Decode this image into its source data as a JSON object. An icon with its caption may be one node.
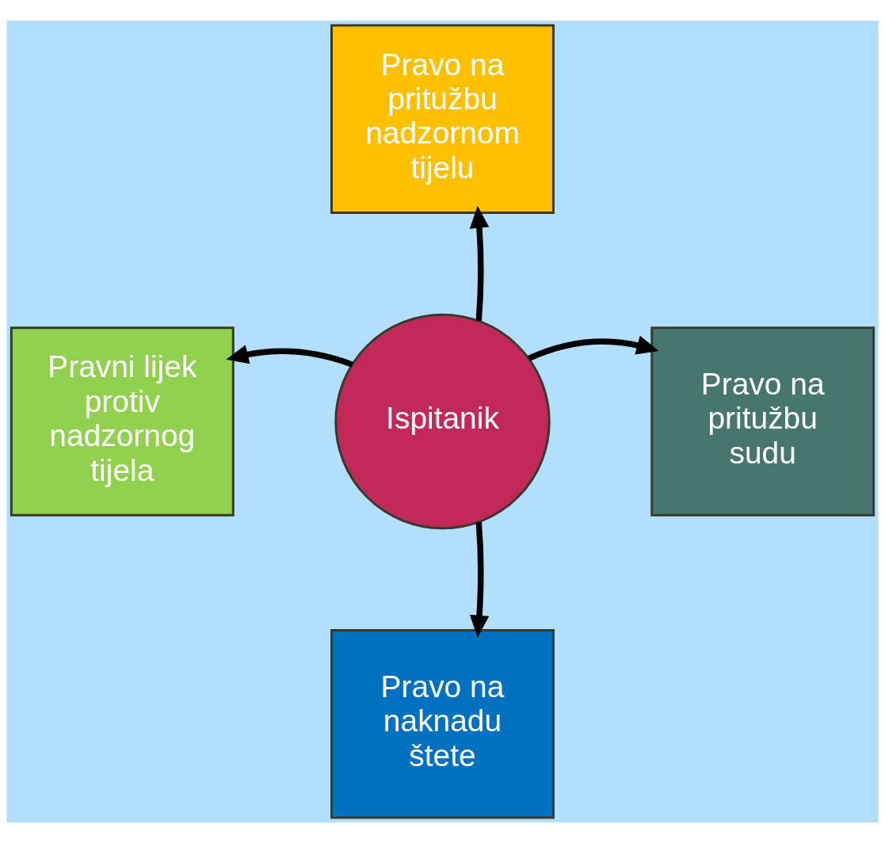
{
  "diagram": {
    "nodes": [
      {
        "text": [
          "Pravo na pritužbu nadzornom tijelu"
        ]
      },
      {
        "text": [
          "Pravni lijek protiv nadzornog tijela"
        ]
      },
      {
        "text": [
          "Ispitanik"
        ]
      },
      {
        "text": [
          "Pravo na pritužbu sudu"
        ]
      },
      {
        "text": [
          "Pravo na naknadu štete"
        ]
      }
    ],
    "edges": [
      {
        "from": 2,
        "to": 0,
        "arrow": "to"
      },
      {
        "from": 2,
        "to": 1,
        "arrow": "to"
      },
      {
        "from": 2,
        "to": 3,
        "arrow": "to"
      },
      {
        "from": 2,
        "to": 4,
        "arrow": "to"
      }
    ]
  }
}
